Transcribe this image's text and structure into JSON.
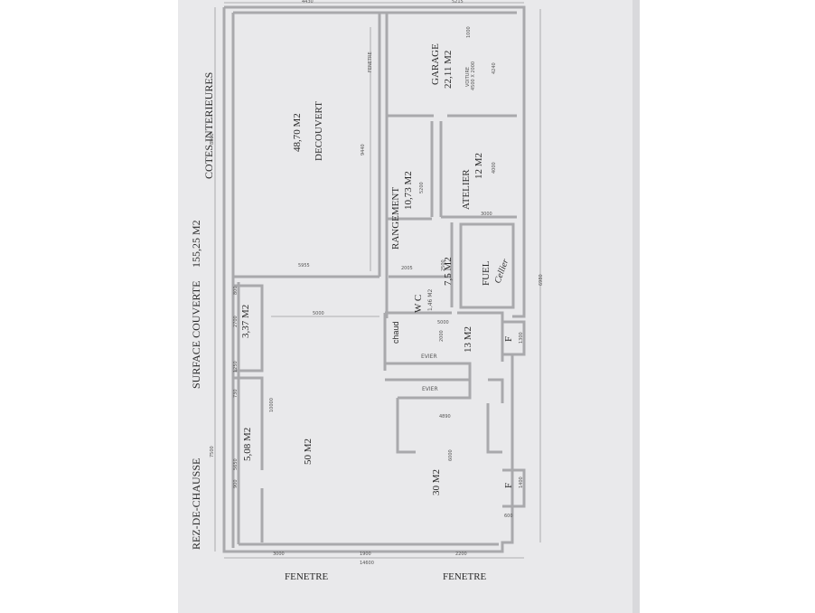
{
  "colors": {
    "page": "#e9e9eb",
    "background": "#ffffff",
    "ink": "#2a2a2a",
    "wall": "#bdbdbf"
  },
  "header": {
    "floor": "REZ-DE-CHAUSSE",
    "surface_label": "SURFACE COUVERTE",
    "surface_value": "155,25 M2",
    "cotes": "COTES INTERIEURES"
  },
  "rooms": {
    "decouvert_area": "48,70 M2",
    "decouvert_name": "DECOUVERT",
    "fenetre_small": "FENETRE",
    "garage_name": "GARAGE",
    "garage_area": "22,11 M2",
    "voiture": "VOITURE",
    "voiture_dim": "4500 X 2000",
    "rangement_name": "RANGEMENT",
    "rangement_area": "10,73 M2",
    "atelier_name": "ATELIER",
    "atelier_area": "12 M2",
    "wc_name": "W C",
    "wc_area": "1,46 M2",
    "fuel_area": "7,5 M2",
    "fuel_name": "FUEL",
    "fuel_note": "Cellier",
    "chaud": "chaud",
    "small_room_area": "3,37 M2",
    "room_13": "13 M2",
    "evier_1": "EVIER",
    "evier_2": "EVIER",
    "f_1": "F",
    "f_2": "F",
    "room_508": "5,08 M2",
    "room_50": "50 M2",
    "room_30": "30 M2"
  },
  "dimensions": {
    "d_4430": "4430",
    "d_5215": "5215",
    "d_8500": "8500",
    "d_9440": "9440",
    "d_1000": "1000",
    "d_4240": "4240",
    "d_4000": "4000",
    "d_5200": "5200",
    "d_3000": "3000",
    "d_2500": "2500",
    "d_2005": "2005",
    "d_5955": "5955",
    "d_5000a": "5000",
    "d_5000b": "5000",
    "d_2000": "2000",
    "d_1300": "1300",
    "d_800": "800",
    "d_2700": "2700",
    "d_1250": "1250",
    "d_730": "730",
    "d_10000": "10000",
    "d_5650": "5650",
    "d_900": "900",
    "d_7500": "7500",
    "d_4890": "4890",
    "d_6000": "6000",
    "d_1400": "1400",
    "d_600": "600",
    "d_6980": "6980",
    "d_1900": "1900",
    "d_3000b": "3000",
    "d_14600": "14600",
    "d_2200": "2200"
  },
  "footer": {
    "window_left": "FENETRE",
    "window_right": "FENETRE"
  }
}
